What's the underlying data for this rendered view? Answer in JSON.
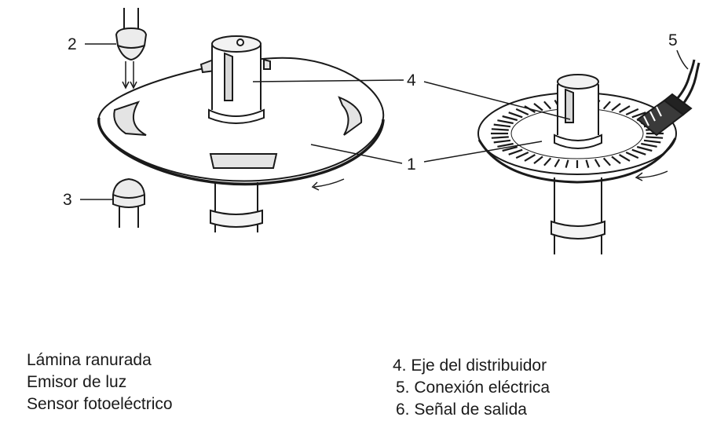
{
  "callouts": {
    "c1": "1",
    "c2": "2",
    "c3": "3",
    "c4": "4",
    "c5": "5"
  },
  "legend": {
    "left": [
      "Lámina ranurada",
      "Emisor de luz",
      "Sensor fotoeléctrico"
    ],
    "right": [
      "4. Eje del distribuidor",
      "5. Conexión eléctrica",
      "6. Señal de salida"
    ]
  },
  "colors": {
    "ink": "#1a1a1a",
    "paper": "#ffffff",
    "shade": "#555555"
  }
}
